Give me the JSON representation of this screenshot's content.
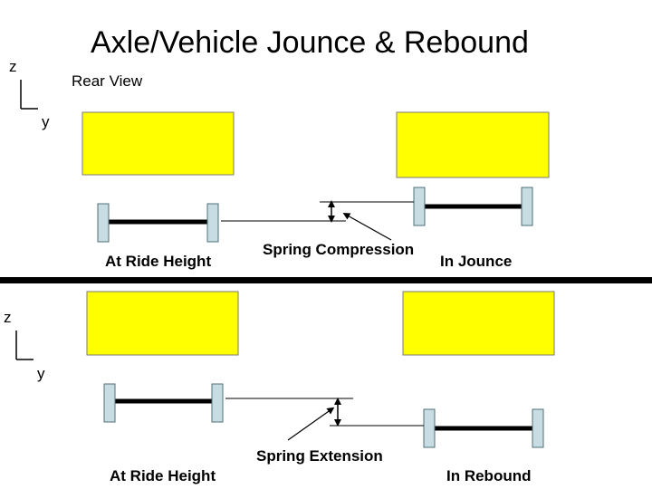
{
  "title": "Axle/Vehicle Jounce & Rebound",
  "subtitle": "Rear View",
  "colors": {
    "body_fill": "#ffff00",
    "body_stroke": "#7a7a7a",
    "wheel_fill": "#c8dde3",
    "wheel_stroke": "#4f6f7a",
    "axle": "#000000",
    "divider": "#000000"
  },
  "top_panel": {
    "axis_z": "z",
    "axis_y": "y",
    "label_left": "At Ride Height",
    "label_middle": "Spring Compression",
    "label_right": "In Jounce"
  },
  "bottom_panel": {
    "axis_z": "z",
    "axis_y": "y",
    "label_left": "At Ride Height",
    "label_middle": "Spring Extension",
    "label_right": "In Rebound"
  }
}
